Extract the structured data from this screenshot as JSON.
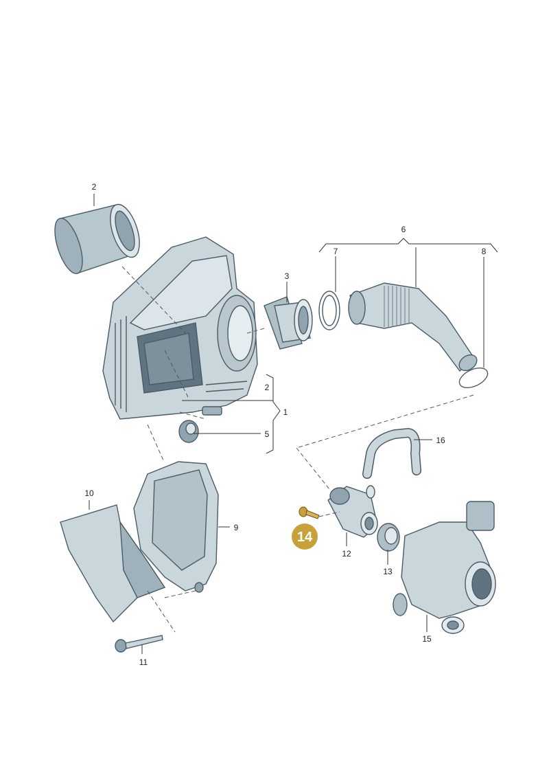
{
  "diagram": {
    "colors": {
      "part_fill": "#c9d6dc",
      "part_shade": "#8fa4ae",
      "part_dark": "#5f7480",
      "highlight_badge": "#c9a13b"
    },
    "labels": {
      "l1": "1",
      "l2_top": "2",
      "l2_right": "2",
      "l3": "3",
      "l5": "5",
      "l6": "6",
      "l7": "7",
      "l8": "8",
      "l9": "9",
      "l10": "10",
      "l11": "11",
      "l12": "12",
      "l13": "13",
      "l15": "15",
      "l16": "16"
    },
    "highlight": {
      "number": "14"
    }
  }
}
